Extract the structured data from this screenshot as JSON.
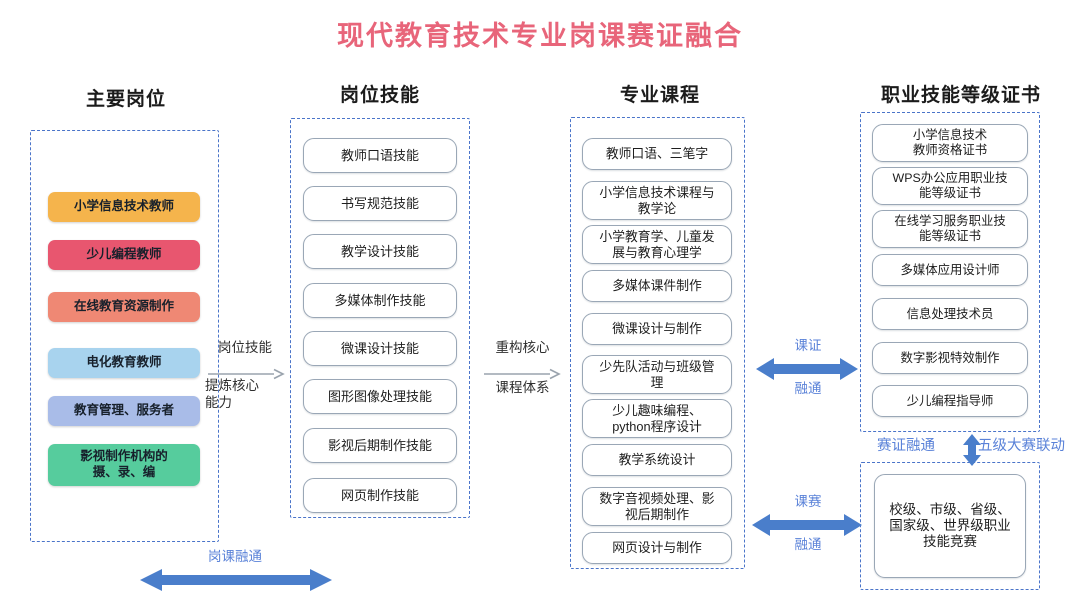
{
  "title": "现代教育技术专业岗课赛证融合",
  "theme": {
    "title_color": "#E8657A",
    "dash_border": "#4a74c9",
    "blue_arrow": "#4a7ecb",
    "card_border": "#9aa7b6"
  },
  "columns": [
    {
      "id": "jobs",
      "header": "主要岗位",
      "items": [
        {
          "label": "小学信息技术教师",
          "color": "#F5B44C"
        },
        {
          "label": "少儿编程教师",
          "color": "#E8566F"
        },
        {
          "label": "在线教育资源制作",
          "color": "#EF8874"
        },
        {
          "label": "电化教育教师",
          "color": "#A8D3EE"
        },
        {
          "label": "教育管理、服务者",
          "color": "#A9BCE8"
        },
        {
          "label": "影视制作机构的\n摄、录、编",
          "color": "#56CC9D"
        }
      ]
    },
    {
      "id": "skills",
      "header": "岗位技能",
      "items": [
        {
          "label": "教师口语技能"
        },
        {
          "label": "书写规范技能"
        },
        {
          "label": "教学设计技能"
        },
        {
          "label": "多媒体制作技能"
        },
        {
          "label": "微课设计技能"
        },
        {
          "label": "图形图像处理技能"
        },
        {
          "label": "影视后期制作技能"
        },
        {
          "label": "网页制作技能"
        }
      ]
    },
    {
      "id": "courses",
      "header": "专业课程",
      "items": [
        {
          "label": "教师口语、三笔字"
        },
        {
          "label": "小学信息技术课程与\n教学论"
        },
        {
          "label": "小学教育学、儿童发\n展与教育心理学"
        },
        {
          "label": "多媒体课件制作"
        },
        {
          "label": "微课设计与制作"
        },
        {
          "label": "少先队活动与班级管\n理"
        },
        {
          "label": "少儿趣味编程、\npython程序设计"
        },
        {
          "label": "教学系统设计"
        },
        {
          "label": "数字音视频处理、影\n视后期制作"
        },
        {
          "label": "网页设计与制作"
        }
      ]
    },
    {
      "id": "certs",
      "header": "职业技能等级证书",
      "items": [
        {
          "label": "小学信息技术\n教师资格证书"
        },
        {
          "label": "WPS办公应用职业技\n能等级证书"
        },
        {
          "label": "在线学习服务职业技\n能等级证书"
        },
        {
          "label": "多媒体应用设计师"
        },
        {
          "label": "信息处理技术员"
        },
        {
          "label": "数字影视特效制作"
        },
        {
          "label": "少儿编程指导师"
        }
      ]
    }
  ],
  "competition": {
    "label": "校级、市级、省级、\n国家级、世界级职业\n技能竞赛"
  },
  "connectors": {
    "jobs_to_skills_top": "岗位技能",
    "jobs_to_skills_bottom": "提炼核心\n能力",
    "skills_to_courses_top": "重构核心",
    "skills_to_courses_bottom": "课程体系",
    "courses_to_certs_top": "课证",
    "courses_to_certs_bottom": "融通",
    "courses_to_comp_top": "课赛",
    "courses_to_comp_bottom": "融通",
    "bottom_span": "岗课融通",
    "cert_comp_left": "赛证融通",
    "cert_comp_right": "五级大赛联动"
  }
}
